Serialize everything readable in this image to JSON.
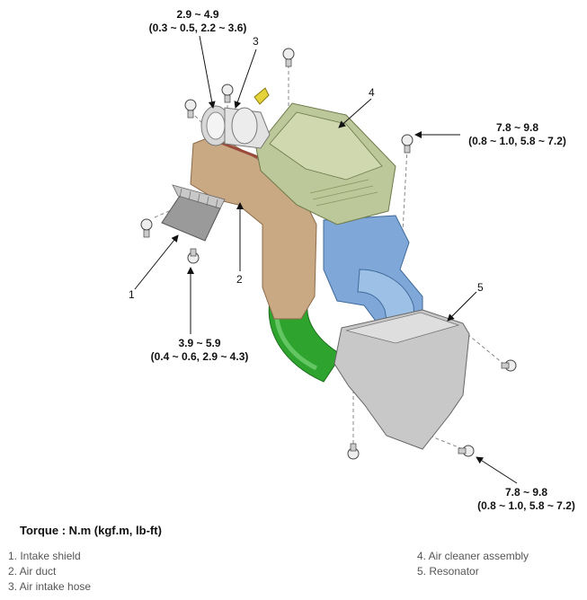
{
  "specs": {
    "top_left": {
      "line1": "2.9 ~ 4.9",
      "line2": "(0.3 ~ 0.5, 2.2 ~ 3.6)"
    },
    "right_upper": {
      "line1": "7.8 ~ 9.8",
      "line2": "(0.8 ~ 1.0, 5.8 ~ 7.2)"
    },
    "bottom_left": {
      "line1": "3.9 ~ 5.9",
      "line2": "(0.4 ~ 0.6, 2.9 ~ 4.3)"
    },
    "bottom_right": {
      "line1": "7.8 ~ 9.8",
      "line2": "(0.8 ~ 1.0, 5.8 ~ 7.2)"
    }
  },
  "callouts": {
    "c1": "1",
    "c2": "2",
    "c3": "3",
    "c4": "4",
    "c5": "5"
  },
  "torque_title": "Torque : N.m (kgf.m, lb-ft)",
  "legend": {
    "item1": "1. Intake shield",
    "item2": "2. Air duct",
    "item3": "3. Air intake hose",
    "item4": "4. Air cleaner assembly",
    "item5": "5. Resonator"
  },
  "colors": {
    "air_cleaner": "#bcc79a",
    "air_duct": "#c9a884",
    "air_hose": "#2ea42e",
    "lower_body": "#7fa8d8",
    "resonator": "#c8c8c8",
    "shield": "#9a9a9a"
  }
}
